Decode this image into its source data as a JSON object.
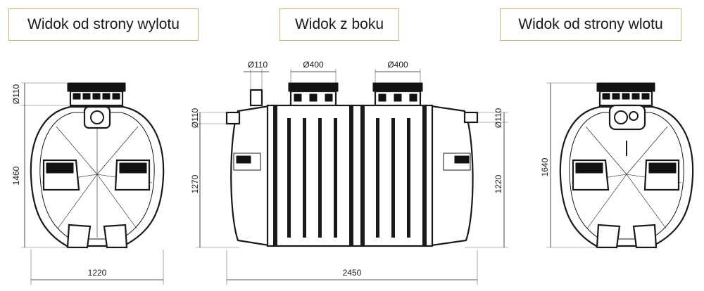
{
  "views": {
    "outlet": "Widok od strony wylotu",
    "side": "Widok z boku",
    "inlet": "Widok od strony wlotu"
  },
  "dimensions": {
    "left_pipe": "Ø110",
    "left_height": "1460",
    "left_width": "1220",
    "side_pipe_top": "Ø110",
    "side_lid_1": "Ø400",
    "side_lid_2": "Ø400",
    "side_inlet_pipe": "Ø110",
    "side_inlet_height": "1270",
    "side_outlet_pipe": "Ø110",
    "side_outlet_height": "1220",
    "side_length": "2450",
    "right_height": "1640"
  },
  "colors": {
    "frame": "#c9b27a",
    "line": "#1a1a1a"
  }
}
